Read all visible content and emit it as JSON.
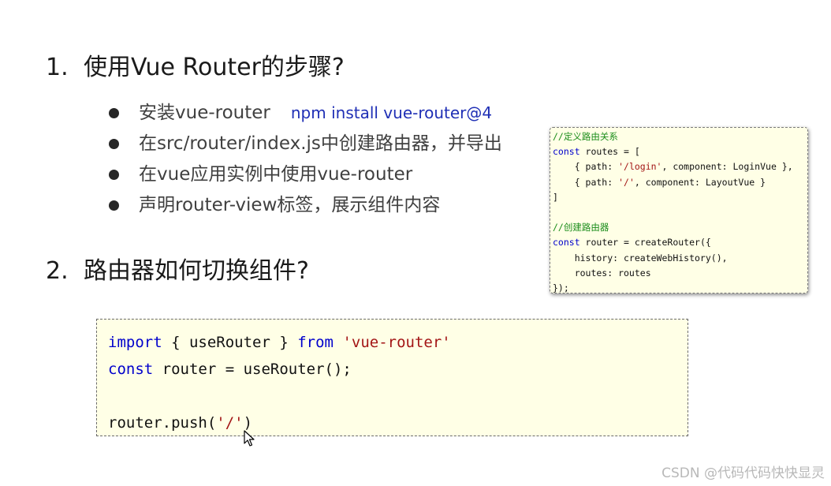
{
  "section1": {
    "number": "1.",
    "title": "使用Vue Router的步骤?",
    "bullets": [
      {
        "text": "安装vue-router",
        "command": "npm install vue-router@4"
      },
      {
        "text": "在src/router/index.js中创建路由器，并导出"
      },
      {
        "text": "在vue应用实例中使用vue-router"
      },
      {
        "text": "声明router-view标签，展示组件内容"
      }
    ]
  },
  "section2": {
    "number": "2.",
    "title": "路由器如何切换组件?"
  },
  "side_code": {
    "comment1": "//定义路由关系",
    "kw_const1": "const",
    "routes_decl": " routes = [",
    "route1_pre": "    { path: ",
    "route1_path": "'/login'",
    "route1_post": ", component: LoginVue },",
    "route2_pre": "    { path: ",
    "route2_path": "'/'",
    "route2_post": ", component: LayoutVue }",
    "close_bracket": "]",
    "comment2": "//创建路由器",
    "kw_const2": "const",
    "router_decl": " router = createRouter({",
    "history_line": "    history: createWebHistory(),",
    "routes_line": "    routes: routes",
    "close_call": "});"
  },
  "main_code": {
    "kw_import": "import",
    "import_middle": " { useRouter } ",
    "kw_from": "from",
    "import_source": "'vue-router'",
    "kw_const": "const",
    "router_line": " router = useRouter();",
    "push_pre": "router.push(",
    "push_arg": "'/'",
    "push_post": ")"
  },
  "colors": {
    "keyword": "#0000cc",
    "string": "#a31515",
    "comment": "#1a8c1a",
    "code_background": "#ffffe6",
    "command": "#1f2fb5"
  },
  "watermark": "CSDN @代码代码快快显灵"
}
